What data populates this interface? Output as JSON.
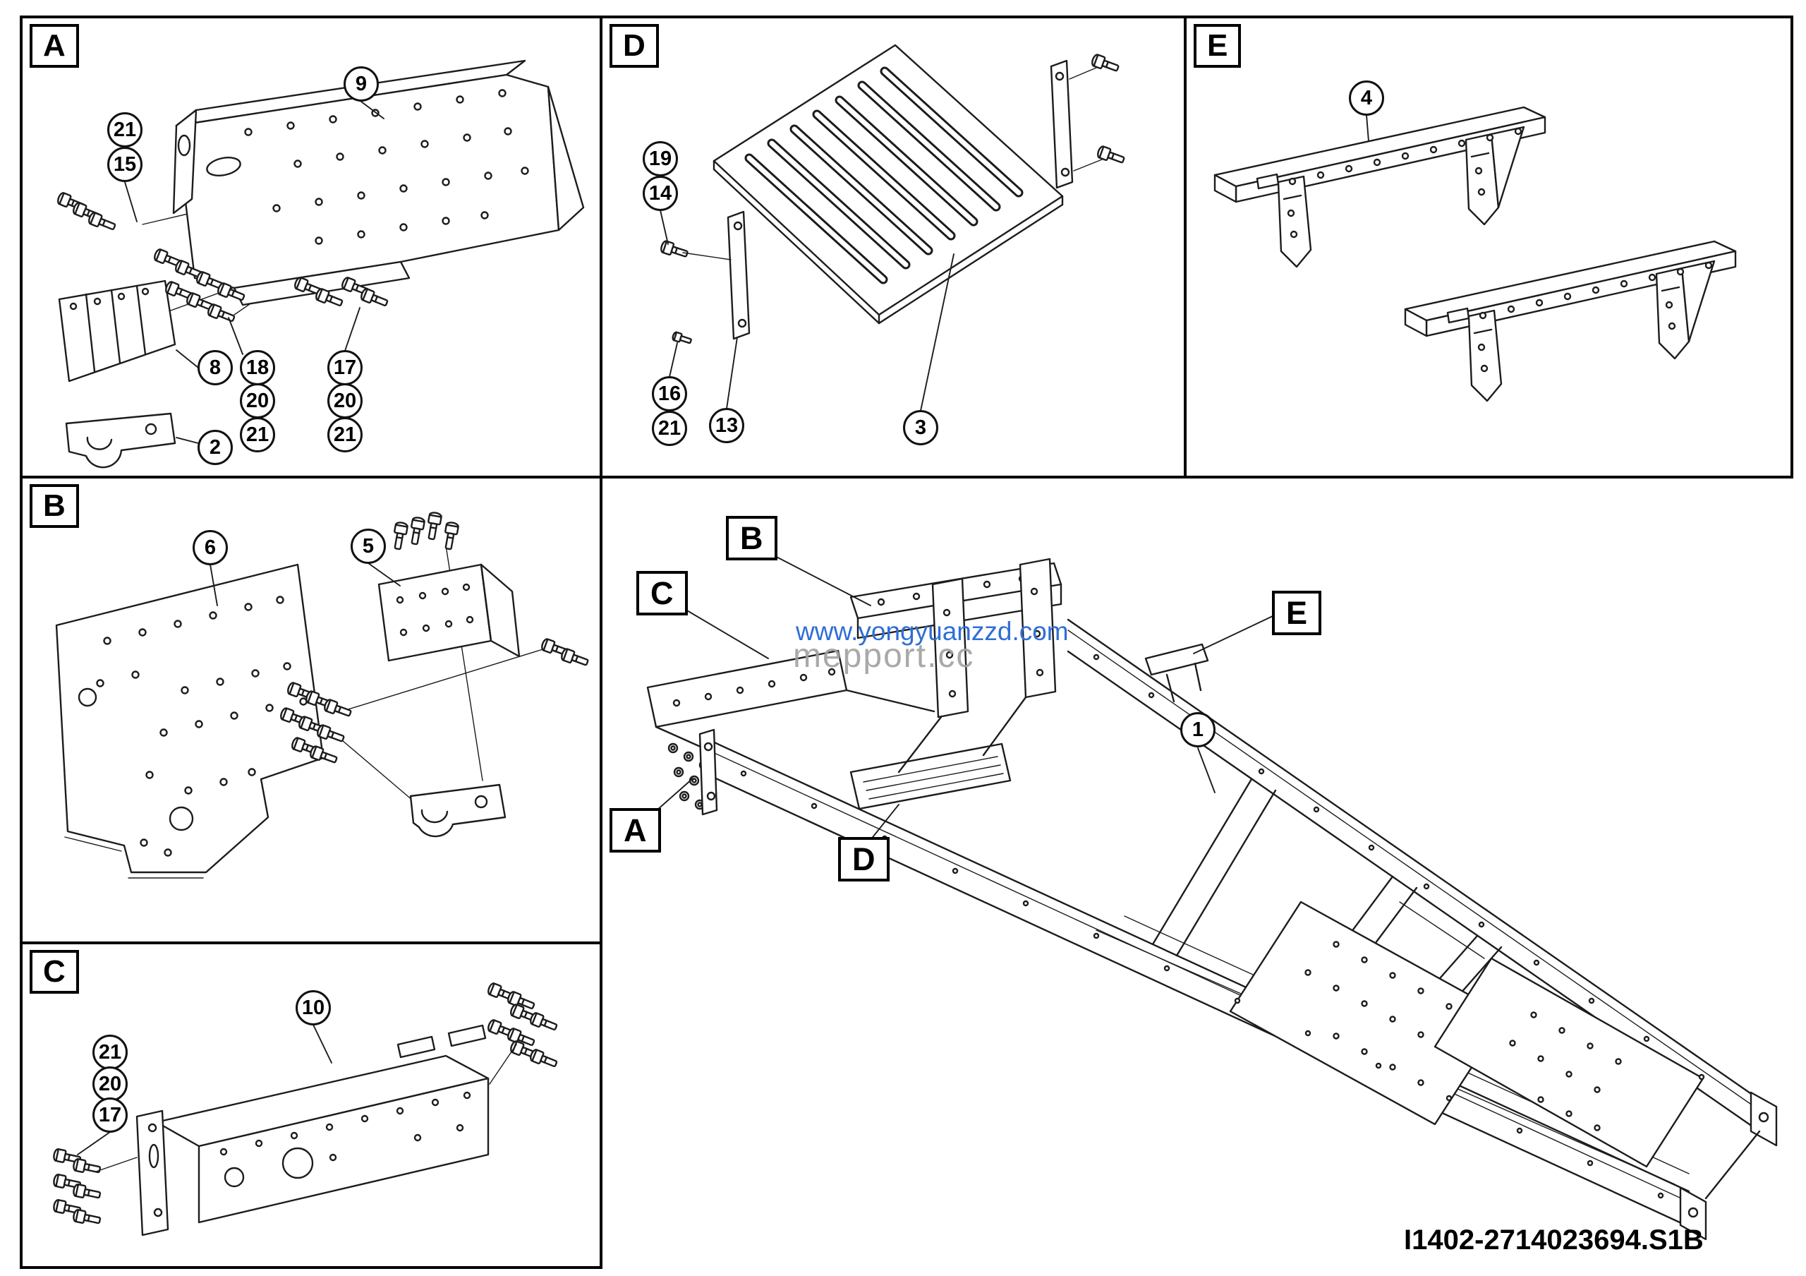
{
  "doc": {
    "drawing_number": "I1402-2714023694.S1B",
    "watermark_line1": "www.yongyuanzzd.com",
    "watermark_line2": "mepport.cc"
  },
  "panelA": {
    "label": "A",
    "callouts": [
      "9",
      "21",
      "15",
      "8",
      "18",
      "20",
      "21",
      "17",
      "20",
      "21",
      "2"
    ]
  },
  "panelB": {
    "label": "B",
    "callouts": [
      "6",
      "5"
    ]
  },
  "panelC": {
    "label": "C",
    "callouts": [
      "10",
      "21",
      "20",
      "17"
    ]
  },
  "panelD": {
    "label": "D",
    "callouts": [
      "19",
      "14",
      "16",
      "21",
      "13",
      "3"
    ]
  },
  "panelE": {
    "label": "E",
    "callouts": [
      "4"
    ]
  },
  "main": {
    "ref_labels": [
      "B",
      "C",
      "E",
      "A",
      "D"
    ],
    "callouts": [
      "1"
    ]
  }
}
